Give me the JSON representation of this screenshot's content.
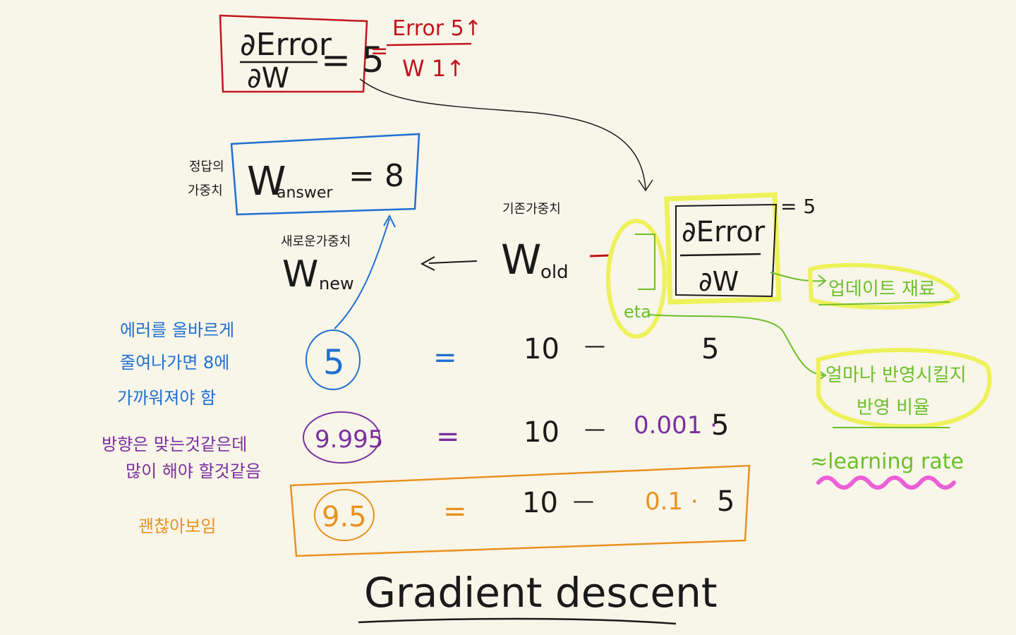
{
  "colors": {
    "ink": "#1a1a1a",
    "red": "#c0161c",
    "blue": "#1f6fd0",
    "purple": "#7a2fa0",
    "orange": "#e8921f",
    "green": "#6cbf2a",
    "yellow": "#eef25a",
    "pink": "#ec5fd6",
    "paper": "#f8f5e9"
  },
  "derivative_box": {
    "numerator": "∂Error",
    "denominator": "∂W",
    "equals": "= 5",
    "ratio_numerator": "Error 5↑",
    "ratio_denominator": "W 1↑"
  },
  "answer_weight": {
    "korean_label_line1": "정답의",
    "korean_label_line2": "가중치",
    "w": "W",
    "subscript": "answer",
    "value": "= 8"
  },
  "old_weight": {
    "label": "기존가중치",
    "w": "W",
    "subscript": "old"
  },
  "new_weight": {
    "label": "새로운가중치",
    "w": "W",
    "subscript": "new"
  },
  "gradient_term": {
    "numerator": "∂Error",
    "denominator": "∂W",
    "equals": "= 5",
    "eta": "eta",
    "update_material": "업데이트 재료",
    "reflect_line1": "얼마나 반영시킬지",
    "reflect_line2": "반영 비율",
    "learning_rate": "≈learning rate"
  },
  "rows": [
    {
      "result": "5",
      "eq": "=",
      "w_old": "10",
      "minus": "—",
      "rate": "",
      "grad": "5",
      "note": [
        "에러를 올바르게",
        "줄여나가면 8에",
        "가까워져야 함"
      ]
    },
    {
      "result": "9.995",
      "eq": "=",
      "w_old": "10",
      "minus": "—",
      "rate": "0.001 ·",
      "grad": "5",
      "note": [
        "방향은 맞는것같은데",
        "많이 해야 할것같음"
      ]
    },
    {
      "result": "9.5",
      "eq": "=",
      "w_old": "10",
      "minus": "—",
      "rate": "0.1 ·",
      "grad": "5",
      "note": [
        "괜찮아보임"
      ]
    }
  ],
  "title": "Gradient descent"
}
